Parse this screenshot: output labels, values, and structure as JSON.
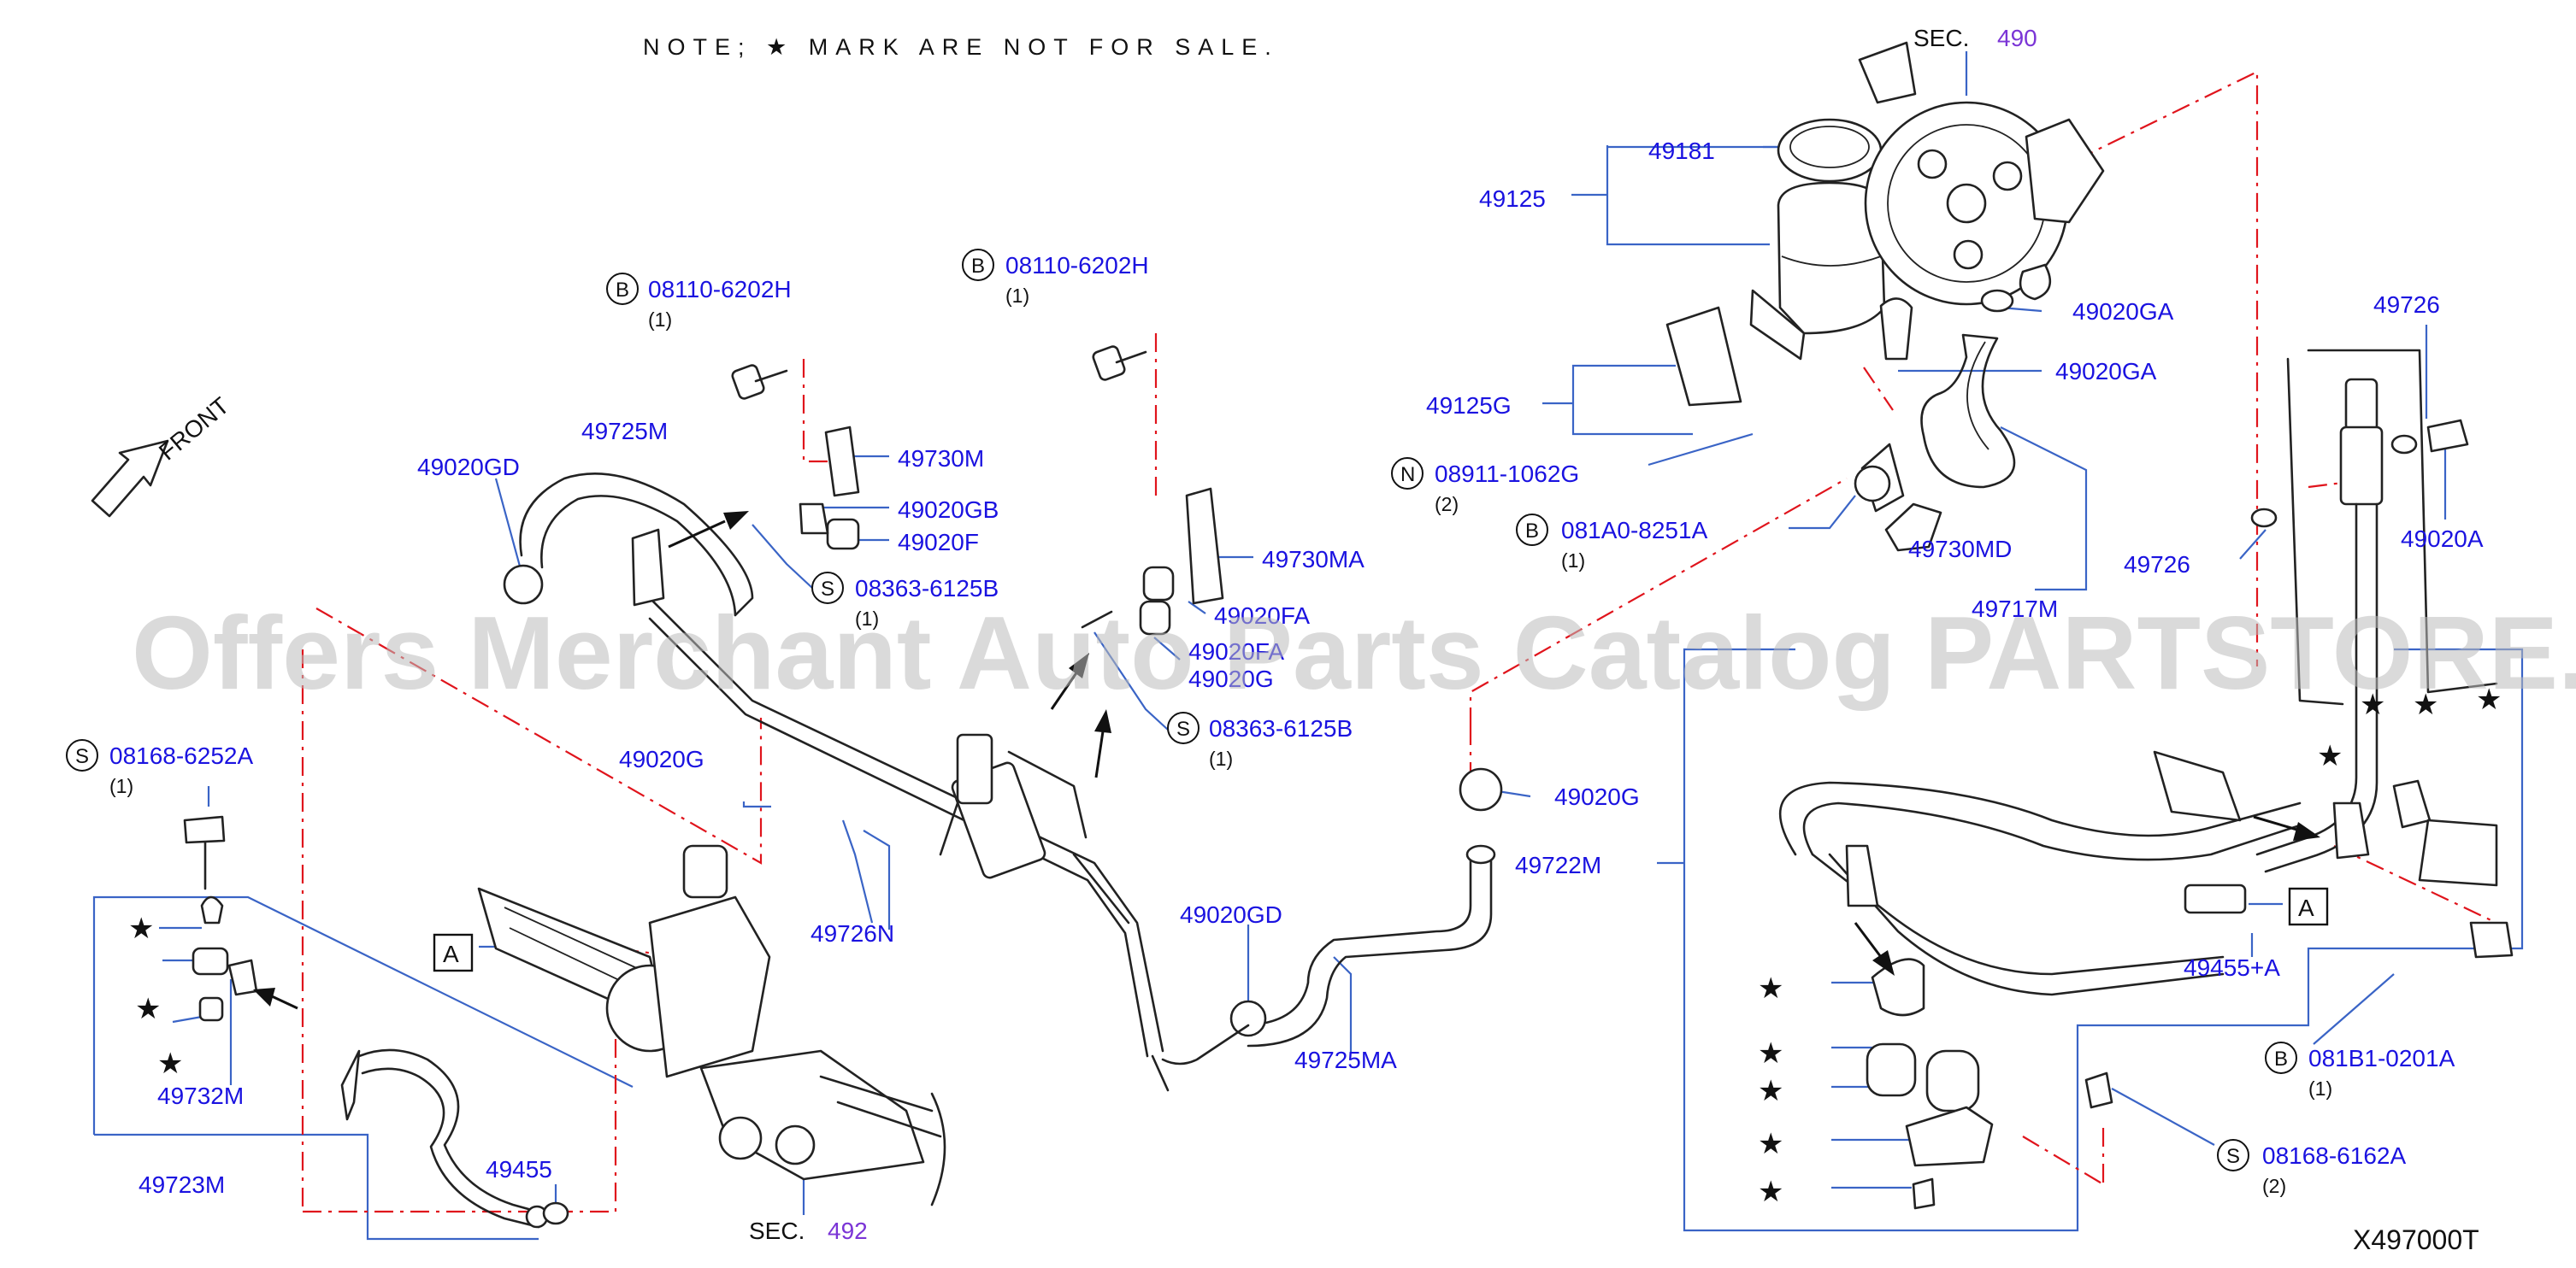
{
  "note": "NOTE; ★ MARK ARE NOT FOR SALE.",
  "front_label": "FRONT",
  "diagram_code": "X497000T",
  "watermark": "Offers Merchant Auto Parts Catalog PARTSTORE.SA",
  "sections": [
    {
      "prefix": "SEC.",
      "number": "490"
    },
    {
      "prefix": "SEC.",
      "number": "492"
    }
  ],
  "callouts": [
    {
      "code": "B",
      "part": "08110-6202H",
      "qty": "(1)"
    },
    {
      "code": "B",
      "part": "08110-6202H",
      "qty": "(1)"
    },
    {
      "code": "S",
      "part": "08363-6125B",
      "qty": "(1)"
    },
    {
      "code": "S",
      "part": "08363-6125B",
      "qty": "(1)"
    },
    {
      "code": "S",
      "part": "08168-6252A",
      "qty": "(1)"
    },
    {
      "code": "N",
      "part": "08911-1062G",
      "qty": "(2)"
    },
    {
      "code": "B",
      "part": "081A0-8251A",
      "qty": "(1)"
    },
    {
      "code": "B",
      "part": "081B1-0201A",
      "qty": "(1)"
    },
    {
      "code": "S",
      "part": "08168-6162A",
      "qty": "(2)"
    }
  ],
  "labels": [
    "49181",
    "49125",
    "49020GA",
    "49020GA",
    "49125G",
    "49730MD",
    "49717M",
    "49726",
    "49726",
    "49020A",
    "49725M",
    "49020GD",
    "49730M",
    "49020GB",
    "49020F",
    "49730MA",
    "49020FA",
    "49020FA",
    "49020G",
    "49020G",
    "49020G",
    "49726N",
    "49722M",
    "49020GD",
    "49725MA",
    "49732M",
    "49723M",
    "49455",
    "49455+A"
  ],
  "ref_boxes": [
    "A",
    "A"
  ],
  "star_symbol": "★",
  "colors": {
    "part_number": "#1a12e0",
    "section_ref": "#7b35d6",
    "leader": "#3a64c6",
    "phantom_line": "#e0141c"
  }
}
